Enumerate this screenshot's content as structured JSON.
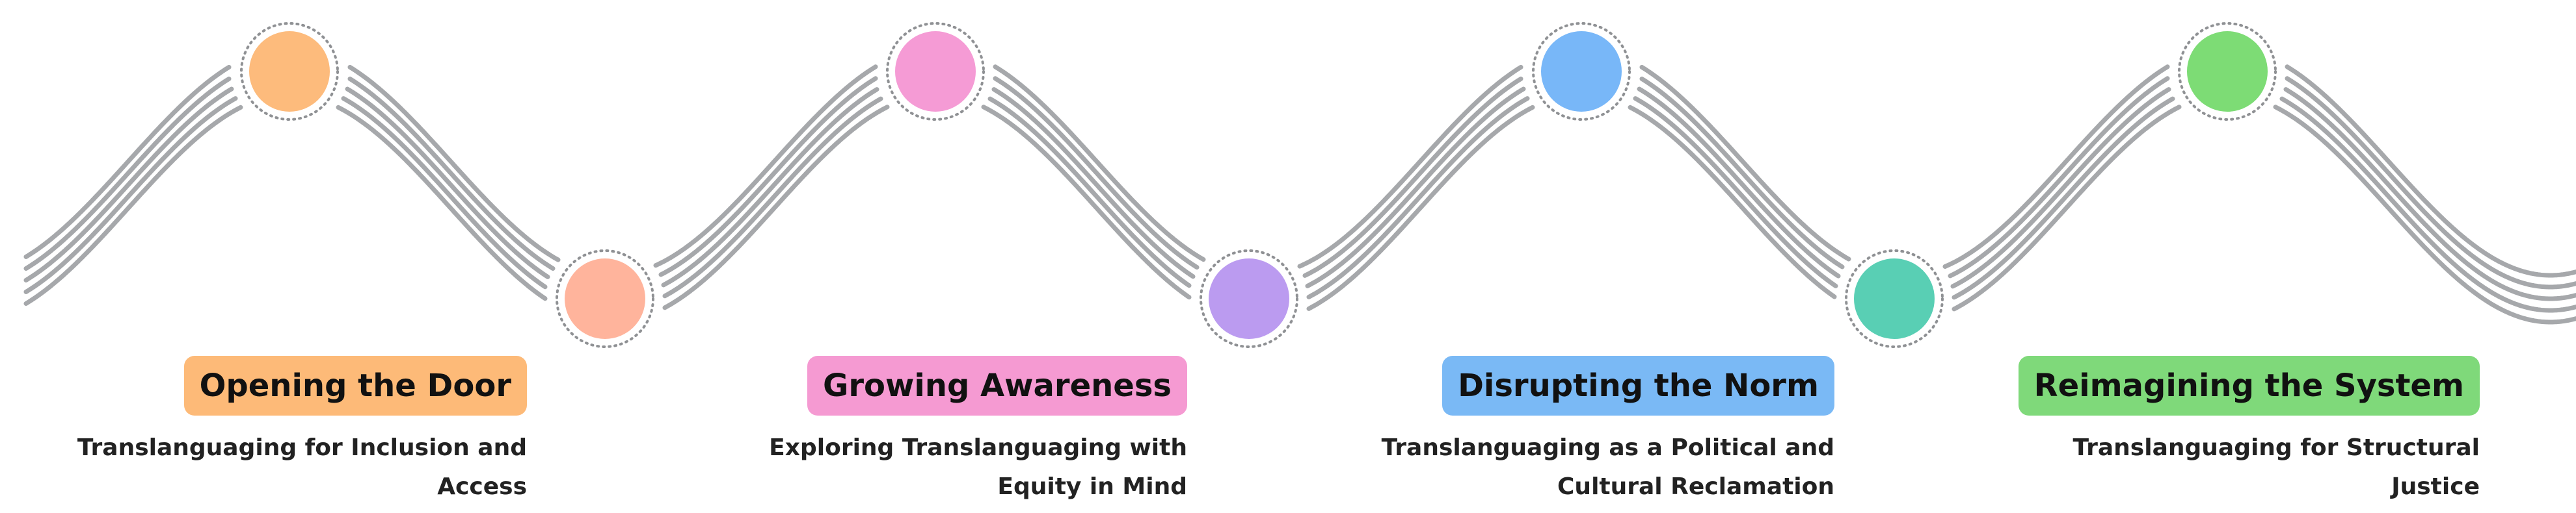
{
  "colors": {
    "wave": "#a6a8ab",
    "ring": "#8f9194"
  },
  "stages": [
    {
      "title": "Opening the Door",
      "subtitle": "Translanguaging for Inclusion and Access",
      "label_color": "#fdba78",
      "peak_color": "#fdbb7c",
      "trough_color": "#ffb49c"
    },
    {
      "title": "Growing Awareness",
      "subtitle": "Exploring Translanguaging with Equity in Mind",
      "label_color": "#f59ad2",
      "peak_color": "#f59bd5",
      "trough_color": "#bb9bf0"
    },
    {
      "title": "Disrupting the Norm",
      "subtitle": "Translanguaging as a Political and Cultural Reclamation",
      "label_color": "#7ab9f5",
      "peak_color": "#78b7f8",
      "trough_color": "#59cfb4"
    },
    {
      "title": "Reimagining the System",
      "subtitle": "Translanguaging for Structural Justice",
      "label_color": "#7fd97a",
      "peak_color": "#7ddc75"
    }
  ]
}
